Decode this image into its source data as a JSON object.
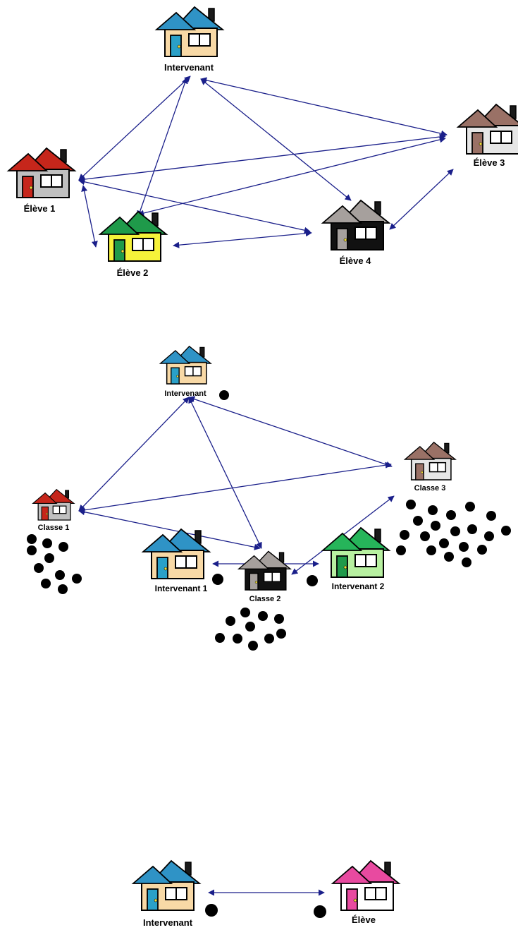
{
  "diagrams": [
    {
      "houses": [
        {
          "label": "Intervenant",
          "roof": "#2f93c6",
          "wall": "#f8d9a6",
          "door": "#2aa0c8"
        },
        {
          "label": "Élève 1",
          "roof": "#c6261b",
          "wall": "#c0c0c0",
          "door": "#c6261b"
        },
        {
          "label": "Élève 2",
          "roof": "#1f9a4a",
          "wall": "#f6f23a",
          "door": "#1f9a4a"
        },
        {
          "label": "Élève 3",
          "roof": "#9a7166",
          "wall": "#e6e6e6",
          "door": "#9a7166"
        },
        {
          "label": "Élève 4",
          "roof": "#a6a09d",
          "wall": "#111111",
          "door": "#a6a09d"
        }
      ]
    },
    {
      "houses": [
        {
          "label": "Intervenant",
          "roof": "#2f93c6",
          "wall": "#f8d9a6",
          "door": "#2aa0c8"
        },
        {
          "label": "Classe 1",
          "roof": "#c6261b",
          "wall": "#c0c0c0",
          "door": "#c6261b"
        },
        {
          "label": "Classe 2",
          "roof": "#a6a09d",
          "wall": "#111111",
          "door": "#a6a09d"
        },
        {
          "label": "Classe 3",
          "roof": "#9a7166",
          "wall": "#e6e6e6",
          "door": "#9a7166"
        }
      ]
    },
    {
      "houses": [
        {
          "label": "Intervenant 1",
          "roof": "#2f93c6",
          "wall": "#f8d9a6",
          "door": "#2aa0c8"
        },
        {
          "label": "Intervenant 2",
          "roof": "#26b55a",
          "wall": "#b7f0a0",
          "door": "#1f9a4a"
        }
      ]
    },
    {
      "houses": [
        {
          "label": "Intervenant",
          "roof": "#2f93c6",
          "wall": "#f8d9a6",
          "door": "#2aa0c8"
        },
        {
          "label": "Élève",
          "roof": "#e84aa0",
          "wall": "#ffffff",
          "door": "#e84aa0"
        }
      ]
    }
  ],
  "colors": {
    "arrow": "#1a1f8a",
    "dot": "#000000",
    "outline": "#000000"
  }
}
